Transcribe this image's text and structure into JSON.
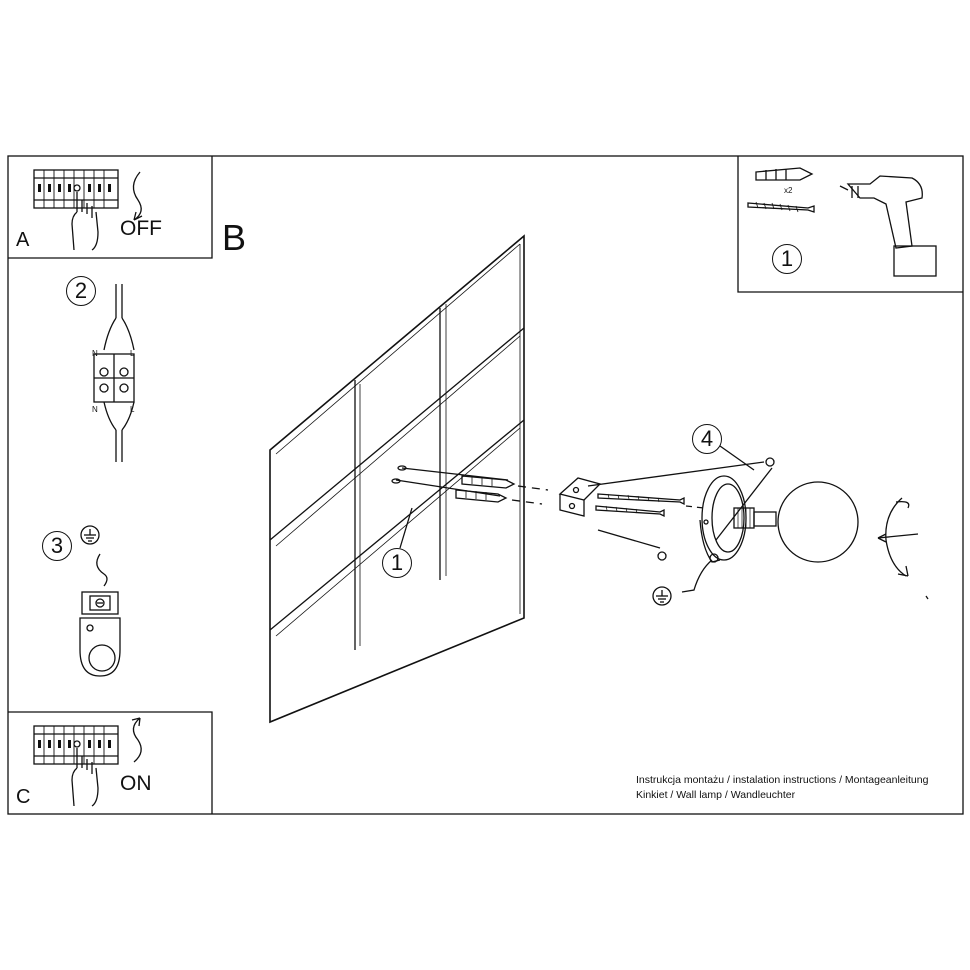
{
  "panel_a": {
    "letter": "A",
    "action": "OFF"
  },
  "panel_c": {
    "letter": "C",
    "action": "ON"
  },
  "main": {
    "letter": "B"
  },
  "steps": {
    "step1_tools": "1",
    "step2_wiring": "2",
    "step3_ground": "3",
    "callout_1": "1",
    "callout_4": "4"
  },
  "wiring_labels": {
    "n_top": "N",
    "l_top": "L",
    "n_bottom": "N",
    "l_bottom": "L"
  },
  "tools": {
    "quantity": "x2"
  },
  "caption": {
    "line1": "Instrukcja montażu / instalation instructions / Montageanleitung",
    "line2": "Kinkiet / Wall lamp / Wandleuchter"
  }
}
